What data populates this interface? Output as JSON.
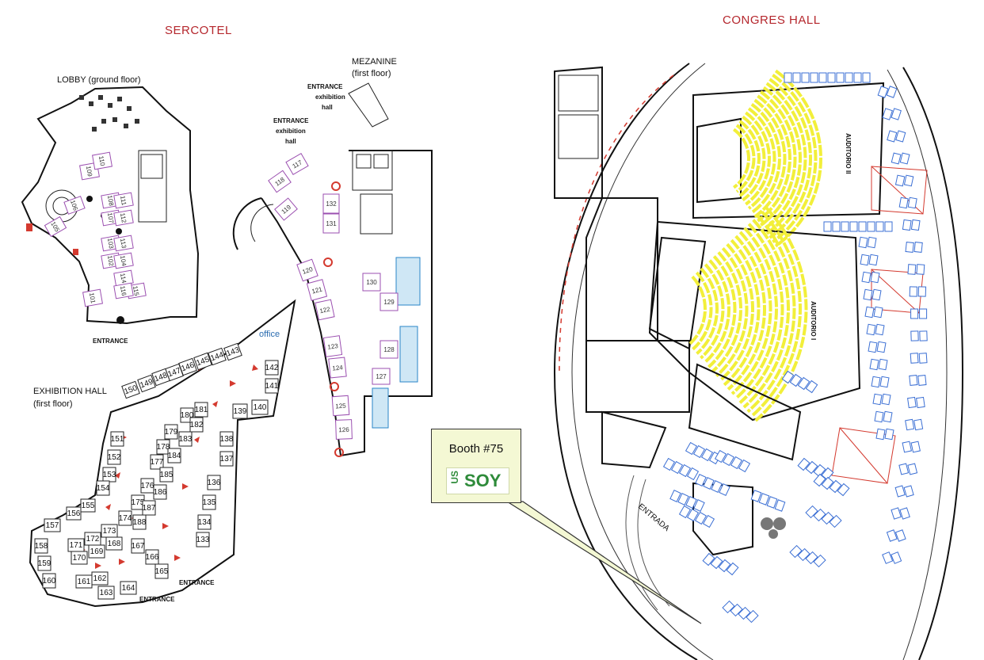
{
  "headings": {
    "sercotel": "SERCOTEL",
    "congres_hall": "CONGRES HALL"
  },
  "areas": {
    "lobby": "LOBBY (ground floor)",
    "mezanine_title": "MEZANINE",
    "mezanine_floor": "(first floor)",
    "exhibition_hall_title": "EXHIBITION HALL",
    "exhibition_hall_floor": "(first floor)",
    "office": "office"
  },
  "entrance_labels": {
    "entrance": "ENTRANCE",
    "exhibition": "exhibition",
    "hall": "hall",
    "entrada": "ENTRADA"
  },
  "auditoriums": {
    "upper": "AUDITORIO II",
    "lower": "AUDITORIO I"
  },
  "booths": {
    "lobby": [
      "101",
      "102",
      "103",
      "104",
      "105",
      "106",
      "107",
      "108",
      "109",
      "110",
      "111",
      "112",
      "113",
      "114",
      "115",
      "116"
    ],
    "mezanine": [
      "117",
      "118",
      "119",
      "120",
      "121",
      "122",
      "123",
      "124",
      "125",
      "126",
      "127",
      "128",
      "129",
      "130",
      "131",
      "132"
    ],
    "exhibition": [
      "133",
      "134",
      "135",
      "136",
      "137",
      "138",
      "139",
      "140",
      "141",
      "142",
      "143",
      "144",
      "145",
      "146",
      "147",
      "148",
      "149",
      "150",
      "151",
      "152",
      "153",
      "154",
      "155",
      "156",
      "157",
      "158",
      "159",
      "160",
      "161",
      "162",
      "163",
      "164",
      "165",
      "166",
      "167",
      "168",
      "169",
      "170",
      "171",
      "172",
      "173",
      "174",
      "175",
      "176",
      "177",
      "178",
      "179",
      "180",
      "181",
      "182",
      "183",
      "184",
      "185",
      "186",
      "187",
      "188"
    ]
  },
  "callout": {
    "title": "Booth #75",
    "logo_us": "US",
    "logo_soy": "SOY"
  },
  "colors": {
    "heading_red": "#b5272d",
    "seat_yellow": "#f2ef3a",
    "booth_blue": "#3b6fd4",
    "booth_purple": "#9b4fb0",
    "soy_green": "#2e8b3a",
    "callout_bg": "#f4f8d4"
  }
}
